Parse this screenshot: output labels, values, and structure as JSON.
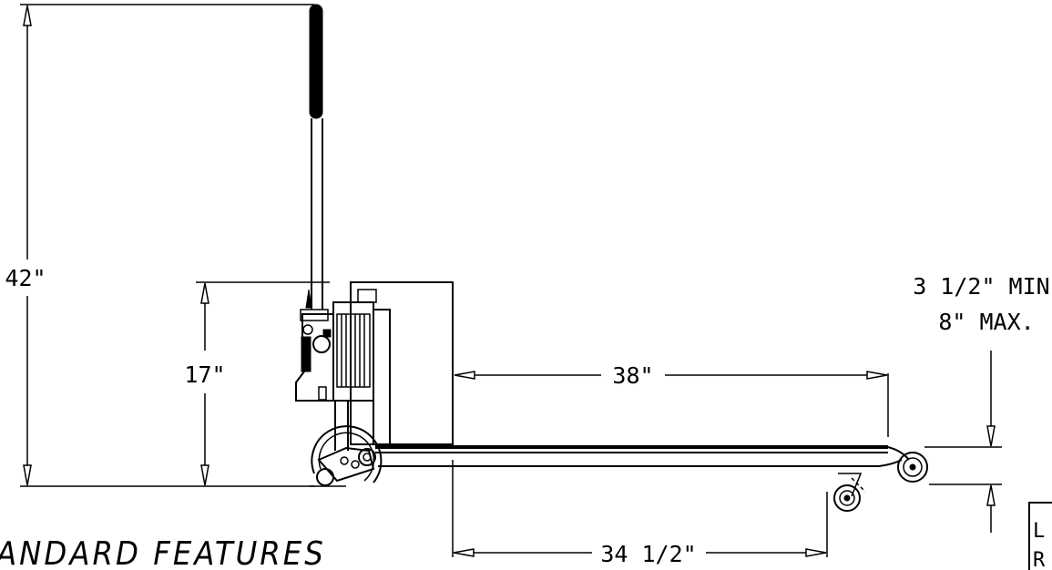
{
  "dimensions": {
    "overall_height": "42\"",
    "handle_height": "17\"",
    "fork_length": "38\"",
    "wheelbase": "34 1/2\"",
    "lift_min": "3 1/2\" MIN.",
    "lift_max": "8\" MAX."
  },
  "section_title": "ANDARD FEATURES",
  "corner_box_lines": [
    "L",
    "R"
  ]
}
